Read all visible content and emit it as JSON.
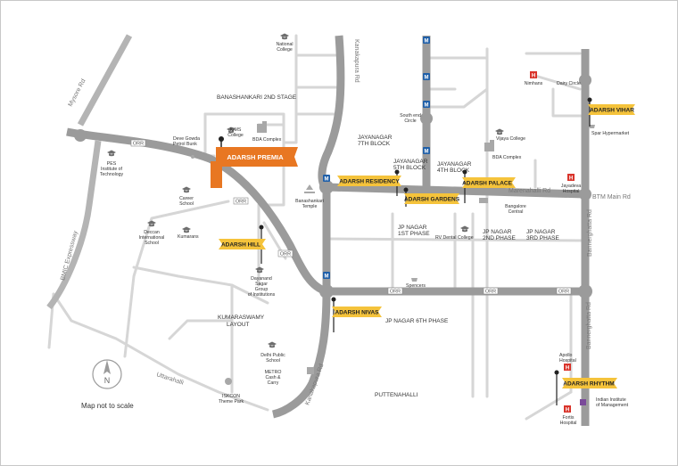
{
  "map": {
    "scale_note": "Map not to scale",
    "compass_letter": "N",
    "projects": [
      {
        "name": "ADARSH PREMIA",
        "style": "featured"
      },
      {
        "name": "ADARSH RESIDENCY"
      },
      {
        "name": "ADARSH GARDENS"
      },
      {
        "name": "ADARSH PALACE"
      },
      {
        "name": "ADARSH VIHAR"
      },
      {
        "name": "ADARSH HILL"
      },
      {
        "name": "ADARSH NIVAS"
      },
      {
        "name": "ADARSH RHYTHM"
      }
    ],
    "roads": {
      "mysore_rd": "Mysore Rd",
      "bmic_expressway": "BMIC Expressway",
      "kanakapura_rd_top": "Kanakapura Rd",
      "kanakapura_rd_bottom": "Kanakapura Rd",
      "bannerghatta_rd_right": "Bannerghatta Rd",
      "bannerghatta_rd_lower": "Bannerghatta Rd",
      "marenahalli_rd": "Marenahalli Rd",
      "btm_main_rd": "BTM Main Rd",
      "uttarahalli": "Uttarahalli",
      "orr_1": "ORR",
      "orr_2": "ORR",
      "orr_3": "ORR",
      "orr_4": "ORR",
      "orr_5": "ORR",
      "orr_6": "ORR"
    },
    "localities": {
      "banashankari": "BANASHANKARI 2ND STAGE",
      "jayanagar7": [
        "JAYANAGAR",
        "7TH BLOCK"
      ],
      "jayanagar5": [
        "JAYANAGAR",
        "5TH BLOCK"
      ],
      "jayanagar4": [
        "JAYANAGAR",
        "4TH BLOCK"
      ],
      "jpnagar1": [
        "JP NAGAR",
        "1ST PHASE"
      ],
      "jpnagar2": [
        "JP NAGAR",
        "2ND PHASE"
      ],
      "jpnagar3": [
        "JP NAGAR",
        "3RD PHASE"
      ],
      "jpnagar6": "JP NAGAR 6TH PHASE",
      "kumaraswamy": [
        "KUMARASWAMY",
        "LAYOUT"
      ],
      "puttenahalli": "PUTTENAHALLI"
    },
    "landmarks": {
      "national_college": [
        "National",
        "College"
      ],
      "kims_college": [
        "KIMS",
        "College"
      ],
      "bda_complex_west": "BDA Complex",
      "deve_gowda": [
        "Deve Gowda",
        "Petrol Bunk"
      ],
      "pes": [
        "PES",
        "Institute of",
        "Technology"
      ],
      "career_school": [
        "Career",
        "School"
      ],
      "deccan_school": [
        "Deccan",
        "International",
        "School"
      ],
      "kumarans": "Kumarans",
      "banashankari_temple": [
        "Banashankari",
        "Temple"
      ],
      "south_end_circle": [
        "South end",
        "Circle"
      ],
      "nimhans": "Nimhans",
      "dairy_circle": "Dairy Circle",
      "vijaya_college": "Vijaya College",
      "bda_complex_east": "BDA Complex",
      "spar": "Spar Hypermarket",
      "jayadeva": [
        "Jayadeva",
        "Hospital"
      ],
      "bangalore_central": [
        "Bangalore",
        "Central"
      ],
      "rv_dental": "RV Dental College",
      "spencers": "Spencers",
      "dayanand": [
        "Dayanand",
        "Sagar",
        "Group",
        "of Institutions"
      ],
      "delhi_public": [
        "Delhi Public",
        "School"
      ],
      "metro": [
        "METRO",
        "Cash &",
        "Carry"
      ],
      "iskcon": [
        "ISKCON",
        "Theme Park"
      ],
      "apollo": [
        "Apollo",
        "Hospital"
      ],
      "iim": [
        "Indian Institute",
        "of Management"
      ],
      "fortis": [
        "Fortis",
        "Hospital"
      ]
    },
    "colors": {
      "major_road": "#9b9b9b",
      "minor_road": "#d3d3d3",
      "flag": "#f5c33b",
      "featured": "#e87722",
      "icon": "#6e6e6e",
      "hospital": "#d9342b",
      "metro": "#1f5fa8"
    }
  }
}
